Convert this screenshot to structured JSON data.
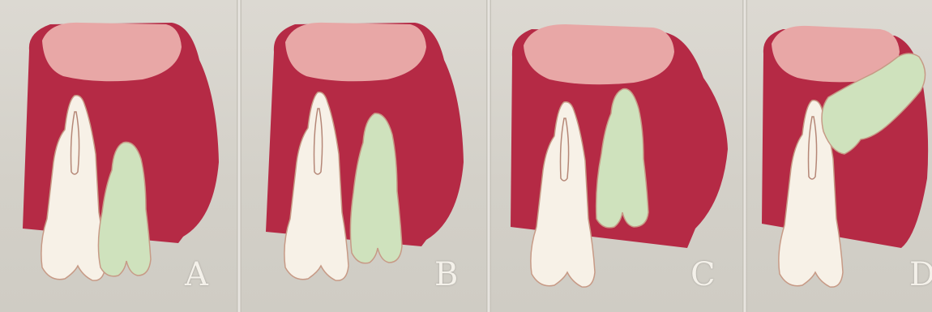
{
  "panels": [
    {
      "label": "A"
    },
    {
      "label": "B"
    },
    {
      "label": "C"
    },
    {
      "label": "D"
    }
  ],
  "colors": {
    "background": "#d6d3cb",
    "gum": "#b52a45",
    "gum_light": "#e8a7a6",
    "permanent_tooth": "#f7f1e7",
    "erupting_tooth": "#cfe2bd",
    "tooth_outline": "#c79a86"
  }
}
